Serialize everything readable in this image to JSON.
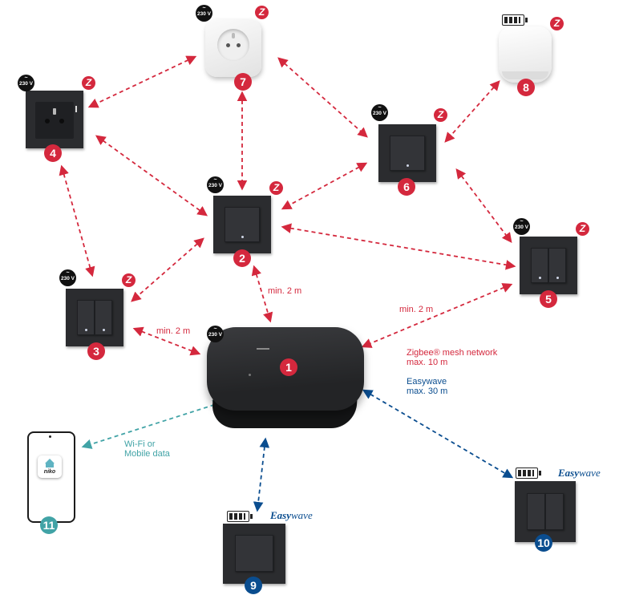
{
  "labels": {
    "voltage": "230 V",
    "zigbee_mark": "Z",
    "easywave_prefix": "Easy",
    "easywave_suffix": "wave",
    "min_distance": "min. 2 m",
    "zigbee_network": "Zigbee® mesh network",
    "zigbee_range": "max. 10 m",
    "easywave_network": "Easywave",
    "easywave_range": "max. 30 m",
    "wifi_line1": "Wi-Fi or",
    "wifi_line2": "Mobile data",
    "app_brand": "niko"
  },
  "devices": [
    {
      "number": "1",
      "type": "hub"
    },
    {
      "number": "2",
      "type": "single switch"
    },
    {
      "number": "3",
      "type": "double switch"
    },
    {
      "number": "4",
      "type": "socket"
    },
    {
      "number": "5",
      "type": "double switch"
    },
    {
      "number": "6",
      "type": "single switch"
    },
    {
      "number": "7",
      "type": "plug-in socket"
    },
    {
      "number": "8",
      "type": "battery sensor"
    },
    {
      "number": "9",
      "type": "easywave single switch"
    },
    {
      "number": "10",
      "type": "easywave double switch"
    },
    {
      "number": "11",
      "type": "smartphone"
    }
  ],
  "colors": {
    "zigbee": "#d4283d",
    "easywave": "#0a4d8f",
    "wifi": "#41a3a6",
    "device_dark": "#2b2c2f"
  }
}
